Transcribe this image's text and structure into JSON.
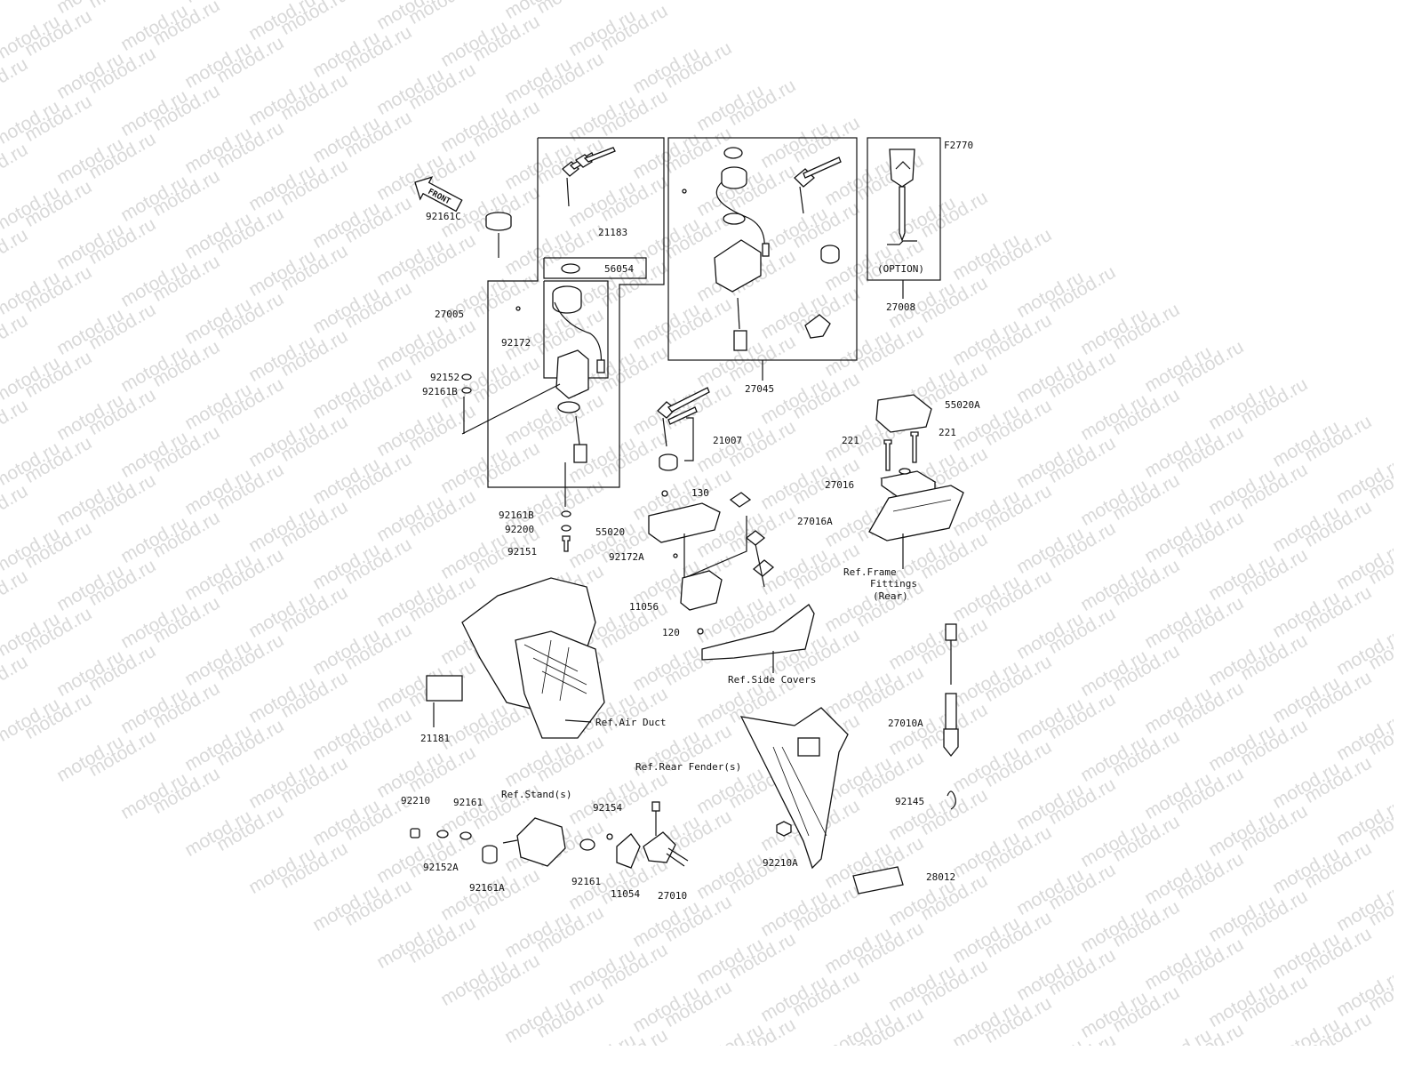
{
  "figure_id": "F2770",
  "front_arrow": "FRONT",
  "watermark": "motod.ru",
  "option_label": "(OPTION)",
  "parts": {
    "p92161C": "92161C",
    "p21183": "21183",
    "p56054": "56054",
    "p27005": "27005",
    "p92172": "92172",
    "p92152": "92152",
    "p92161B_a": "92161B",
    "p92161B_b": "92161B",
    "p92200": "92200",
    "p92151": "92151",
    "p27045": "27045",
    "p27008": "27008",
    "p55020A": "55020A",
    "p221_a": "221",
    "p221_b": "221",
    "p27016": "27016",
    "p21007": "21007",
    "p130": "130",
    "p27016A": "27016A",
    "p55020": "55020",
    "p92172A": "92172A",
    "p11056": "11056",
    "p120": "120",
    "p21181": "21181",
    "p27010A": "27010A",
    "p92145": "92145",
    "p92210": "92210",
    "p92161_a": "92161",
    "p92152A": "92152A",
    "p92161A": "92161A",
    "p92154": "92154",
    "p92161_b": "92161",
    "p11054": "11054",
    "p27010": "27010",
    "p92210A": "92210A",
    "p28012": "28012"
  },
  "refs": {
    "frame_fittings_1": "Ref.Frame",
    "frame_fittings_2": "Fittings",
    "frame_fittings_3": "(Rear)",
    "side_covers": "Ref.Side Covers",
    "air_duct": "Ref.Air Duct",
    "rear_fender": "Ref.Rear Fender(s)",
    "stand": "Ref.Stand(s)"
  }
}
